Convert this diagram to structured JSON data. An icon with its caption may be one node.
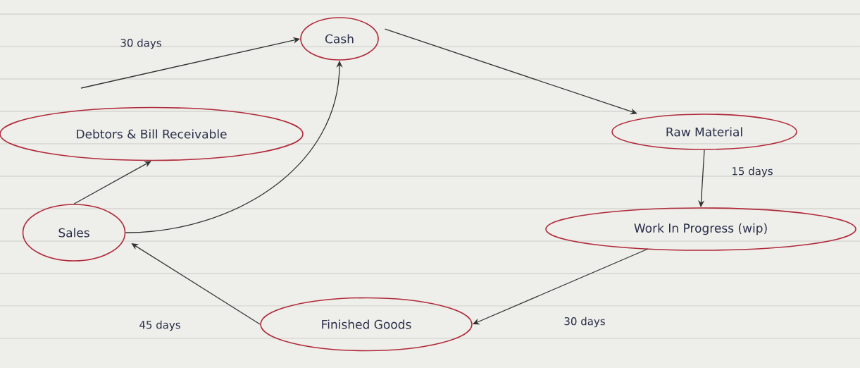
{
  "diagram": {
    "nodes": [
      {
        "text": [
          "Cash"
        ]
      },
      {
        "text": [
          "Raw Material"
        ]
      },
      {
        "text": [
          "Work In Progress (wip)"
        ]
      },
      {
        "text": [
          "Finished Goods"
        ]
      },
      {
        "text": [
          "Sales"
        ]
      },
      {
        "text": [
          "Debtors & Bill Receivable"
        ]
      }
    ],
    "edges": [
      {
        "from": 5,
        "to": 0,
        "arrow": "to",
        "label": "30 days"
      },
      {
        "from": 0,
        "to": 1,
        "arrow": "to"
      },
      {
        "from": 1,
        "to": 2,
        "arrow": "to",
        "label": "15 days"
      },
      {
        "from": 2,
        "to": 3,
        "arrow": "to",
        "label": "30 days"
      },
      {
        "from": 3,
        "to": 4,
        "arrow": "to",
        "label": "45 days"
      },
      {
        "from": 4,
        "to": 5,
        "arrow": "to"
      },
      {
        "from": 4,
        "to": 0,
        "arrow": "to"
      }
    ]
  }
}
